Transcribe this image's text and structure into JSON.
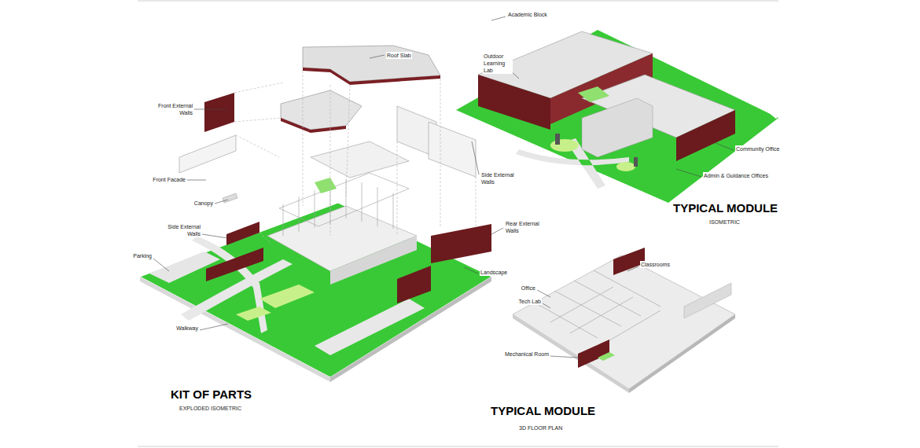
{
  "diagram": {
    "labels": [
      "Roof Slab",
      "Front External Walls",
      "Front Facade",
      "Canopy",
      "Side External Walls",
      "Side External Walls",
      "Rear External Walls",
      "Parking",
      "Landscape",
      "Walkway",
      "KIT OF PARTS",
      "EXPLODED ISOMETRIC",
      "Academic Block",
      "Outdoor Learning Lab",
      "Community Office",
      "Admin & Guidance Offices",
      "TYPICAL MODULE",
      "ISOMETRIC",
      "Classrooms",
      "Office",
      "Tech Lab",
      "Mechanical Room",
      "TYPICAL MODULE",
      "3D FLOOR PLAN"
    ]
  }
}
